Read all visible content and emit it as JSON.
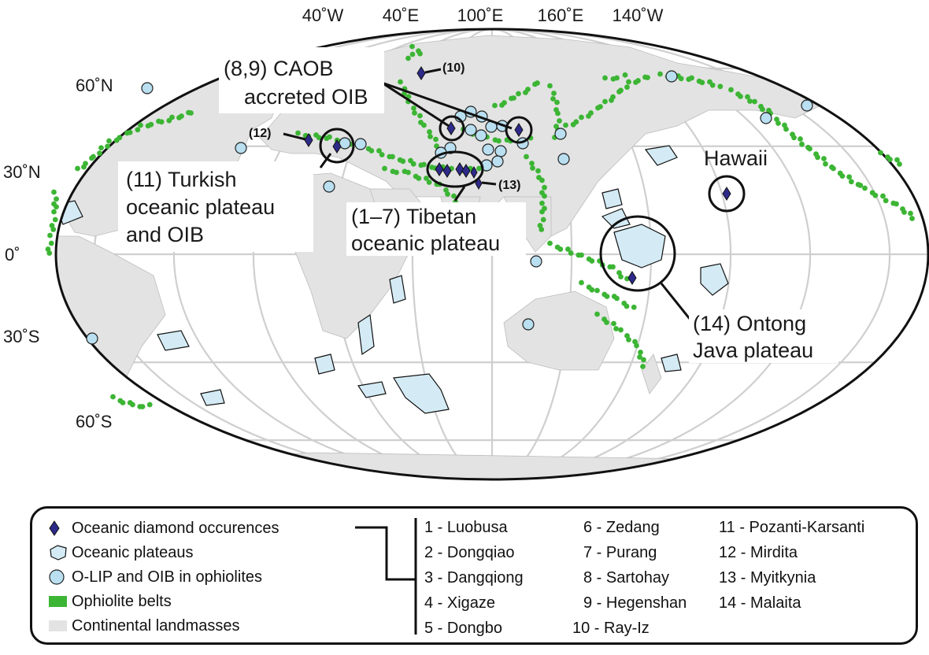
{
  "figure": {
    "colors": {
      "ocean": "#ffffff",
      "land": "#e3e3e3",
      "graticule": "#c8c8c8",
      "ophiolite": "#3cb534",
      "plateau_fill": "#d4ebf5",
      "oib_fill": "#b9dff0",
      "diamond": "#2e2a8a",
      "outline": "#111111"
    },
    "axes": {
      "top": [
        "40˚W",
        "40˚E",
        "100˚E",
        "160˚E",
        "140˚W"
      ],
      "left": [
        "60˚N",
        "30˚N",
        "0˚",
        "30˚S",
        "60˚S"
      ]
    },
    "callouts": {
      "caob_1": "(8,9) CAOB",
      "caob_2": "accreted OIB",
      "turkish_1": "(11) Turkish",
      "turkish_2": "oceanic plateau",
      "turkish_3": "and OIB",
      "tibetan_1": "(1–7) Tibetan",
      "tibetan_2": "oceanic plateau",
      "hawaii": "Hawaii",
      "ontong_1": "(14) Ontong",
      "ontong_2": "Java plateau",
      "n10": "(10)",
      "n12": "(12)",
      "n13": "(13)"
    }
  },
  "legend": {
    "items": [
      {
        "symbol": "diamond-icon",
        "label": "Oceanic diamond occurences"
      },
      {
        "symbol": "plateau-icon",
        "label": "Oceanic plateaus"
      },
      {
        "symbol": "circle-icon",
        "label": "O-LIP and OIB in ophiolites"
      },
      {
        "symbol": "green-swatch",
        "label": "Ophiolite belts"
      },
      {
        "symbol": "gray-swatch",
        "label": "Continental landmasses"
      }
    ],
    "sites": [
      "1 - Luobusa",
      "2 - Dongqiao",
      "3 - Dangqiong",
      "4 - Xigaze",
      "5 - Dongbo",
      "6 - Zedang",
      "7 - Purang",
      "8 - Sartohay",
      "9 - Hegenshan",
      "10 - Ray-Iz",
      "11 - Pozanti-Karsanti",
      "12 - Mirdita",
      "13 - Myitkynia",
      "14 - Malaita"
    ]
  }
}
